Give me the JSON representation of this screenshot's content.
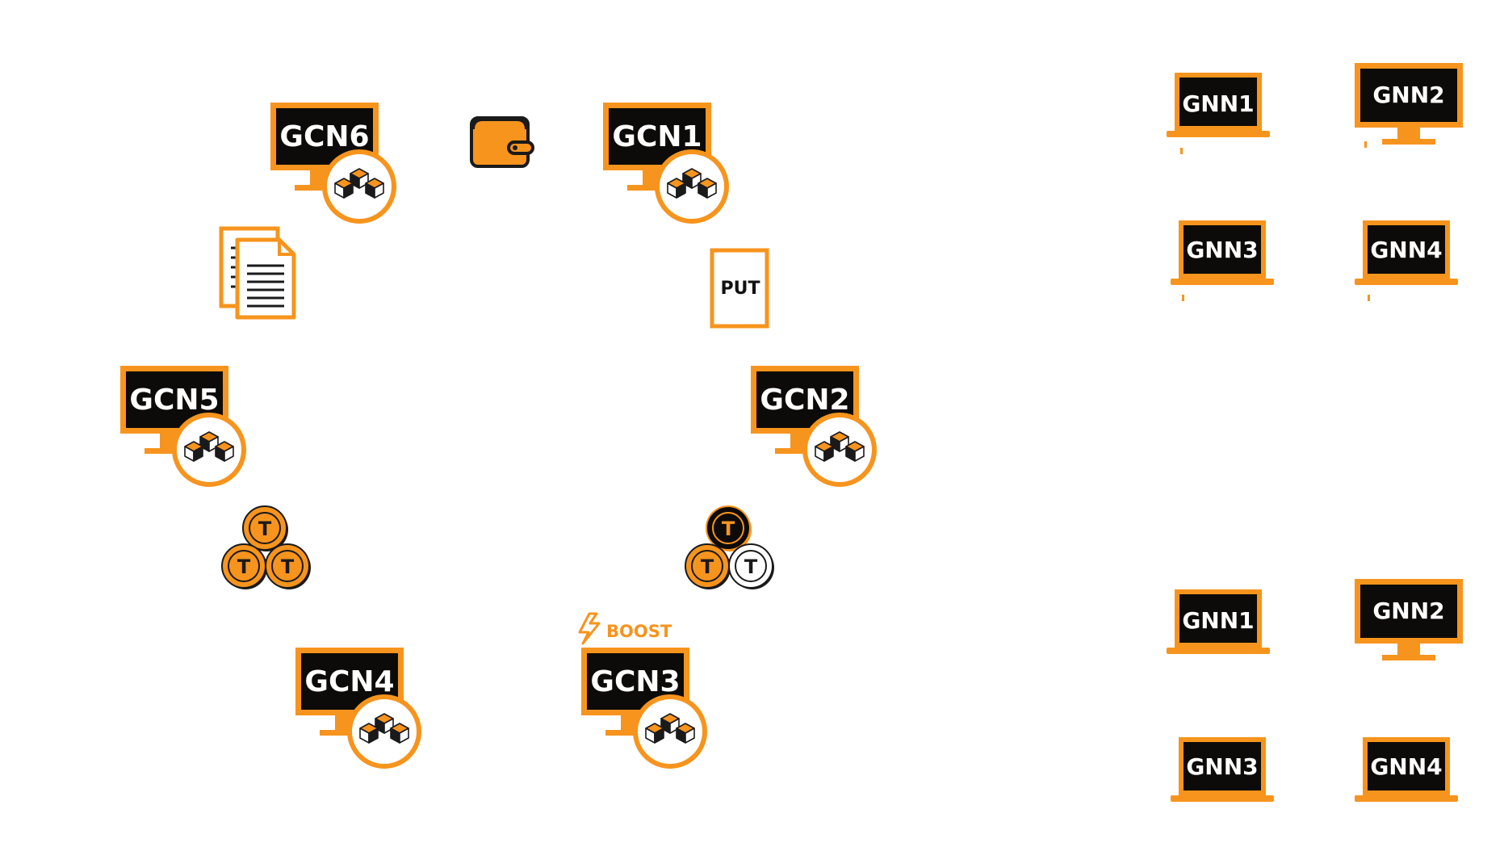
{
  "colors": {
    "accent": "#f7941d",
    "screen": "#0d0b09",
    "white": "#ffffff",
    "ink": "#1a1a1a"
  },
  "gcn": [
    {
      "id": "gcn6",
      "label": "GCN6"
    },
    {
      "id": "gcn1",
      "label": "GCN1"
    },
    {
      "id": "gcn5",
      "label": "GCN5"
    },
    {
      "id": "gcn2",
      "label": "GCN2"
    },
    {
      "id": "gcn4",
      "label": "GCN4"
    },
    {
      "id": "gcn3",
      "label": "GCN3"
    }
  ],
  "boost": {
    "label": "BOOST",
    "icon": "lightning-icon"
  },
  "put": {
    "label": "PUT"
  },
  "coins": {
    "letter": "T"
  },
  "icons": {
    "wallet": "wallet-icon",
    "documents": "documents-icon",
    "blocks": "blocks-icon",
    "coins": "coin-stack-icon"
  },
  "gnn_top": [
    {
      "id": "gnn1",
      "label": "GNN1",
      "device": "laptop"
    },
    {
      "id": "gnn2",
      "label": "GNN2",
      "device": "monitor"
    },
    {
      "id": "gnn3",
      "label": "GNN3",
      "device": "laptop"
    },
    {
      "id": "gnn4",
      "label": "GNN4",
      "device": "laptop"
    }
  ],
  "gnn_bottom": [
    {
      "id": "gnn1",
      "label": "GNN1",
      "device": "laptop"
    },
    {
      "id": "gnn2",
      "label": "GNN2",
      "device": "monitor"
    },
    {
      "id": "gnn3",
      "label": "GNN3",
      "device": "laptop"
    },
    {
      "id": "gnn4",
      "label": "GNN4",
      "device": "laptop"
    }
  ]
}
